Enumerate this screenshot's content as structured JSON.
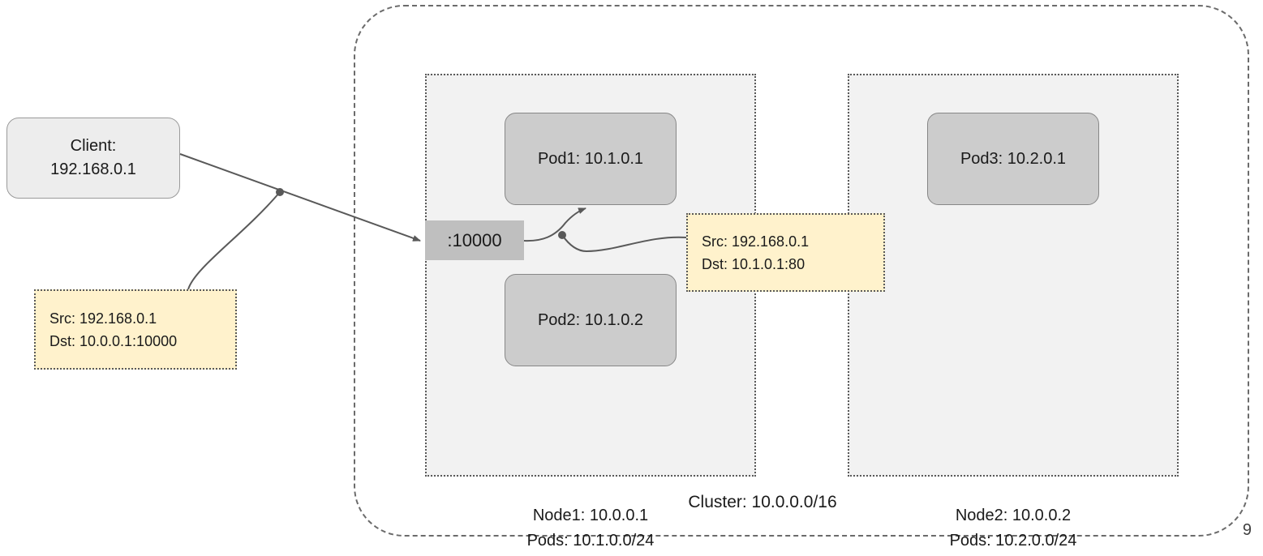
{
  "diagram": {
    "page_number": "9",
    "cluster": {
      "label": "Cluster: 10.0.0.0/16"
    },
    "client": {
      "line1": "Client:",
      "line2": "192.168.0.1"
    },
    "service": {
      "port_label": ":10000"
    },
    "nodes": [
      {
        "name_line": "Node1: 10.0.0.1",
        "pods_line": "Pods: 10.1.0.0/24",
        "pods": [
          {
            "label": "Pod1: 10.1.0.1"
          },
          {
            "label": "Pod2: 10.1.0.2"
          }
        ]
      },
      {
        "name_line": "Node2: 10.0.0.2",
        "pods_line": "Pods: 10.2.0.0/24",
        "pods": [
          {
            "label": "Pod3: 10.2.0.1"
          }
        ]
      }
    ],
    "annotations": [
      {
        "src": "Src: 192.168.0.1",
        "dst": "Dst: 10.0.0.1:10000"
      },
      {
        "src": "Src: 192.168.0.1",
        "dst": "Dst: 10.1.0.1:80"
      }
    ]
  },
  "colors": {
    "pod_fill": "#cccccc",
    "node_fill": "#f2f2f2",
    "client_fill": "#ededed",
    "port_fill": "#bfbfbf",
    "annotation_fill": "#fff2cc",
    "stroke": "#595959",
    "connector": "#595959"
  }
}
